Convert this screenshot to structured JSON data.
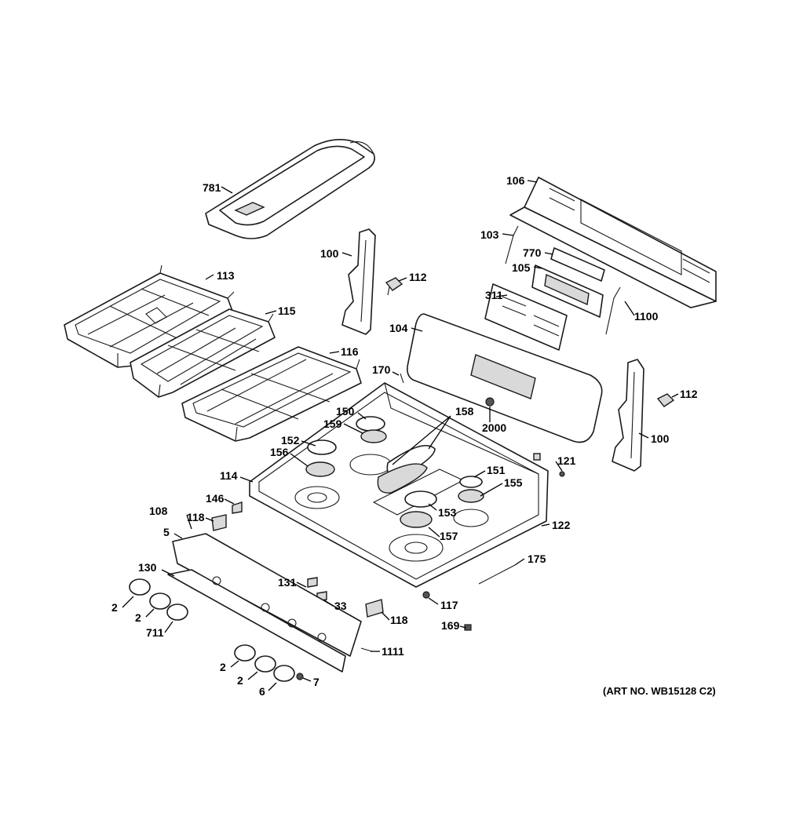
{
  "art_number": "(ART NO. WB15128 C2)",
  "callouts": [
    {
      "id": "c781",
      "label": "781"
    },
    {
      "id": "c113",
      "label": "113"
    },
    {
      "id": "c115",
      "label": "115"
    },
    {
      "id": "c116",
      "label": "116"
    },
    {
      "id": "c100a",
      "label": "100"
    },
    {
      "id": "c112a",
      "label": "112"
    },
    {
      "id": "c106",
      "label": "106"
    },
    {
      "id": "c103",
      "label": "103"
    },
    {
      "id": "c770",
      "label": "770"
    },
    {
      "id": "c105",
      "label": "105"
    },
    {
      "id": "c311",
      "label": "311"
    },
    {
      "id": "c1100",
      "label": "1100"
    },
    {
      "id": "c104",
      "label": "104"
    },
    {
      "id": "c170",
      "label": "170"
    },
    {
      "id": "c112b",
      "label": "112"
    },
    {
      "id": "c100b",
      "label": "100"
    },
    {
      "id": "c150",
      "label": "150"
    },
    {
      "id": "c158",
      "label": "158"
    },
    {
      "id": "c159",
      "label": "159"
    },
    {
      "id": "c2000",
      "label": "2000"
    },
    {
      "id": "c152",
      "label": "152"
    },
    {
      "id": "c156",
      "label": "156"
    },
    {
      "id": "c121",
      "label": "121"
    },
    {
      "id": "c151",
      "label": "151"
    },
    {
      "id": "c155",
      "label": "155"
    },
    {
      "id": "c114",
      "label": "114"
    },
    {
      "id": "c146",
      "label": "146"
    },
    {
      "id": "c108",
      "label": "108"
    },
    {
      "id": "c118a",
      "label": "118"
    },
    {
      "id": "c153",
      "label": "153"
    },
    {
      "id": "c122",
      "label": "122"
    },
    {
      "id": "c5",
      "label": "5"
    },
    {
      "id": "c157",
      "label": "157"
    },
    {
      "id": "c175",
      "label": "175"
    },
    {
      "id": "c130",
      "label": "130"
    },
    {
      "id": "c131",
      "label": "131"
    },
    {
      "id": "c2a",
      "label": "2"
    },
    {
      "id": "c33",
      "label": "33"
    },
    {
      "id": "c117",
      "label": "117"
    },
    {
      "id": "c2b",
      "label": "2"
    },
    {
      "id": "c118b",
      "label": "118"
    },
    {
      "id": "c711",
      "label": "711"
    },
    {
      "id": "c169",
      "label": "169"
    },
    {
      "id": "c1111",
      "label": "1111"
    },
    {
      "id": "c2c",
      "label": "2"
    },
    {
      "id": "c2d",
      "label": "2"
    },
    {
      "id": "c7",
      "label": "7"
    },
    {
      "id": "c6",
      "label": "6"
    }
  ]
}
